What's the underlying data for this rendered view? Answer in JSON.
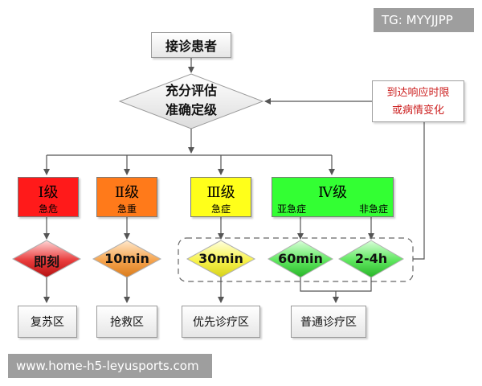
{
  "watermark_top": "TG: MYYJJPP",
  "watermark_bottom": "www.home-h5-leyusports.com",
  "start": "接诊患者",
  "assess": {
    "line1": "充分评估",
    "line2": "准确定级"
  },
  "reassess": {
    "line1": "到达响应时限",
    "line2": "或病情变化"
  },
  "levels": [
    {
      "title": "Ⅰ级",
      "sub": "急危",
      "color": "#ff1a1a"
    },
    {
      "title": "Ⅱ级",
      "sub": "急重",
      "color": "#ff7a1a"
    },
    {
      "title": "Ⅲ级",
      "sub": "急症",
      "color": "#ffff1a"
    },
    {
      "title": "Ⅳ级",
      "sub_left": "亚急症",
      "sub_right": "非急症",
      "color": "#33ff33"
    }
  ],
  "times": [
    "即刻",
    "10min",
    "30min",
    "60min",
    "2-4h"
  ],
  "areas": [
    "复苏区",
    "抢救区",
    "优先诊疗区",
    "普通诊疗区"
  ]
}
